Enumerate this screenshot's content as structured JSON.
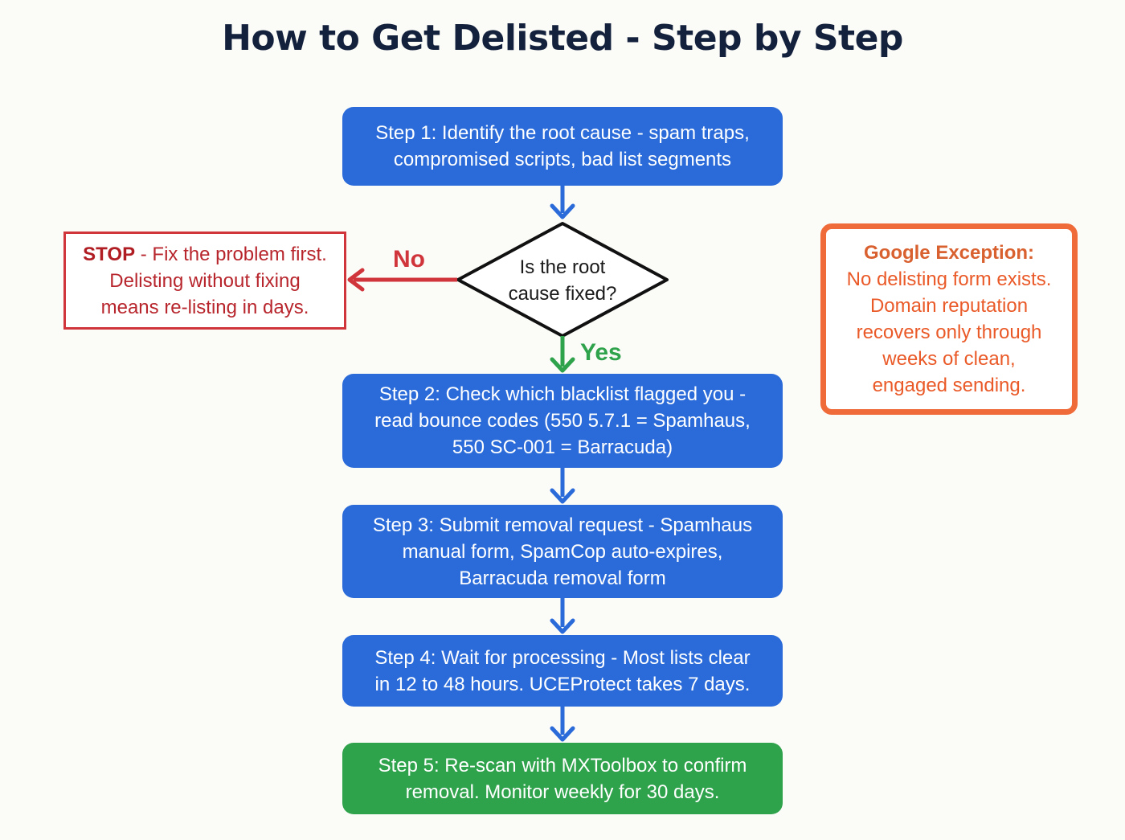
{
  "title": "How to Get Delisted - Step by Step",
  "steps": [
    {
      "lines": [
        "Step 1: Identify the root cause - spam traps,",
        "compromised scripts, bad list segments"
      ]
    },
    {
      "lines": [
        "Step 2: Check which blacklist flagged you -",
        "read bounce codes (550 5.7.1 = Spamhaus,",
        "550 SC-001 = Barracuda)"
      ]
    },
    {
      "lines": [
        "Step 3: Submit removal request - Spamhaus",
        "manual form, SpamCop auto-expires,",
        "Barracuda removal form"
      ]
    },
    {
      "lines": [
        "Step 4: Wait for processing - Most lists clear",
        "in 12 to 48 hours. UCEProtect takes 7 days."
      ]
    },
    {
      "lines": [
        "Step 5: Re-scan with MXToolbox to confirm",
        "removal. Monitor weekly for 30 days."
      ]
    }
  ],
  "decision": {
    "lines": [
      "Is the root",
      "cause fixed?"
    ],
    "no_label": "No",
    "yes_label": "Yes"
  },
  "stop_box": {
    "bold": "STOP",
    "line1_rest": " - Fix the problem first.",
    "line2": "Delisting without fixing",
    "line3": "means re-listing in days."
  },
  "google_box": {
    "title": "Google Exception:",
    "lines": [
      "No delisting form exists.",
      "Domain reputation",
      "recovers only through",
      "weeks of clean,",
      "engaged sending."
    ]
  },
  "colors": {
    "step_blue": "#2a6bd9",
    "step_green": "#2fa24c",
    "arrow_blue": "#2a6bd9",
    "no_red": "#d0353b",
    "yes_green": "#2fa24c",
    "google_orange": "#ef6b3a",
    "title": "#14213d"
  }
}
